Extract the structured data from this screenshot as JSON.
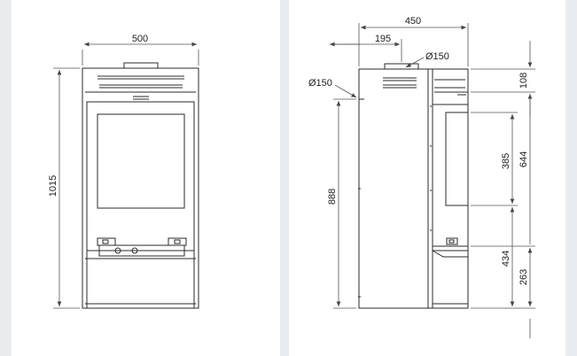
{
  "colors": {
    "background": "#e9ecef",
    "panel": "#ffffff",
    "line": "#2a2a2a",
    "dimension": "#555555"
  },
  "front_view": {
    "width_label": "500",
    "height_label": "1015"
  },
  "side_view": {
    "depth_label": "450",
    "flue_offset_label": "195",
    "top_flue_label": "Ø150",
    "rear_flue_label": "Ø150",
    "top_clearance_label": "108",
    "rear_flue_height_label": "888",
    "window_height_label": "385",
    "upper_section_label": "644",
    "mid_section_label": "434",
    "base_label": "263"
  }
}
